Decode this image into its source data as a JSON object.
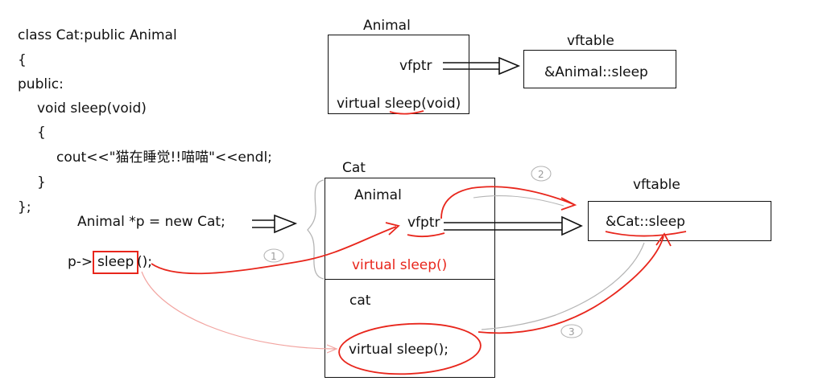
{
  "code": {
    "lines": [
      "class Cat:public Animal",
      "{",
      "public:",
      "void sleep(void)",
      "{",
      "cout<<\"猫在睡觉!!喵喵\"<<endl;",
      "}",
      "};"
    ],
    "pointer_decl": "Animal *p = new Cat;",
    "call_prefix": "p->",
    "call_method": "sleep",
    "call_suffix": "();"
  },
  "animal_object": {
    "title": "Animal",
    "vfptr": "vfptr",
    "method_prefix": "virtual ",
    "method_name": "sleep",
    "method_suffix": "(void)"
  },
  "animal_vftable": {
    "title": "vftable",
    "entry": "&Animal::sleep"
  },
  "cat_object": {
    "title": "Cat",
    "base_label": "Animal",
    "vfptr": "vfptr",
    "base_method": "virtual sleep()",
    "derived_label": "cat",
    "derived_method": "virtual sleep();"
  },
  "cat_vftable": {
    "title": "vftable",
    "entry": "&Cat::sleep"
  },
  "steps": [
    "1",
    "2",
    "3"
  ],
  "colors": {
    "ink": "#111111",
    "accent_red": "#e8261c",
    "faint_red": "#f2a4a0",
    "pencil": "#9a9a9a"
  }
}
